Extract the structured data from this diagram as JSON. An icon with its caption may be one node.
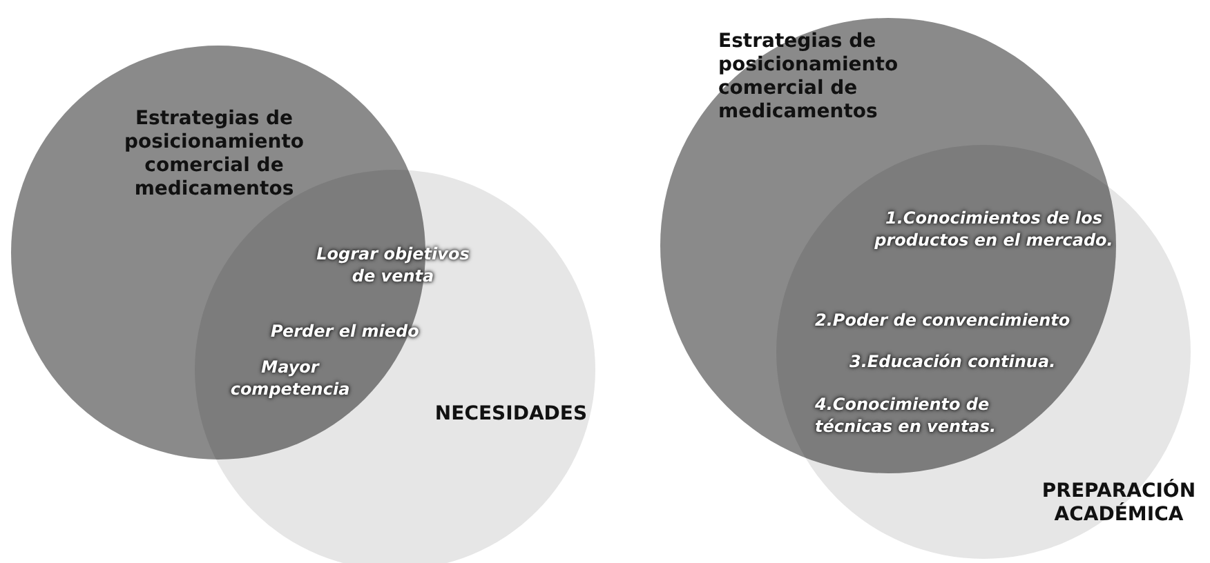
{
  "diagram": {
    "nodes": [
      {
        "text": [
          "Estrategias de posicionamiento comercial de medicamentos"
        ]
      },
      {
        "text": [
          "NECESIDADES"
        ]
      },
      {
        "text": [
          "Estrategias de posicionamiento comercial de medicamentos"
        ]
      },
      {
        "text": [
          "PREPARACIÓN ACADÉMICA"
        ]
      }
    ],
    "labels": [
      "Lograr objetivos de venta",
      "Perder el miedo",
      "Mayor competencia",
      "1.Conocimientos de los productos en el mercado.",
      "2.Poder de convencimiento",
      "3.Educación continua.",
      "4.Conocimiento de técnicas en ventas."
    ]
  }
}
